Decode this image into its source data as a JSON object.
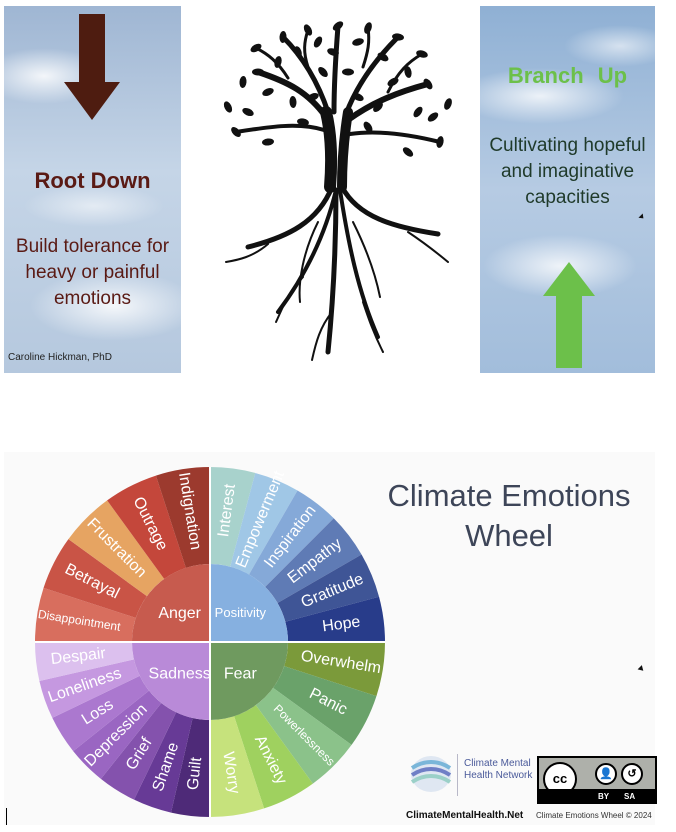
{
  "slide1": {
    "root_title": "Root Down",
    "root_text": "Build tolerance for heavy or painful emotions",
    "credit": "Caroline Hickman, PhD",
    "branch_title": "Branch  Up",
    "branch_text": "Cultivating hopeful and imaginative capacities",
    "colors": {
      "root": "#5a1a14",
      "branch": "#6cc04a"
    }
  },
  "slide2": {
    "title": "Climate Emotions Wheel",
    "org_name": "Climate Mental Health Network",
    "site_url": "ClimateMentalHealth.Net",
    "copyright": "Climate Emotions Wheel © 2024",
    "cc": {
      "main": "cc",
      "by": "BY",
      "sa": "SA"
    },
    "wheel": {
      "core": [
        {
          "label": "Anger",
          "color": "#c75b4e"
        },
        {
          "label": "Positivity",
          "color": "#86b0e0"
        },
        {
          "label": "Fear",
          "color": "#6f9a5f"
        },
        {
          "label": "Sadness",
          "color": "#b98ad8"
        }
      ],
      "outer": [
        {
          "label": "Interest",
          "color": "#a8d2cc"
        },
        {
          "label": "Empowerment",
          "color": "#a0c7e6"
        },
        {
          "label": "Inspiration",
          "color": "#85a9d8"
        },
        {
          "label": "Empathy",
          "color": "#5f7bb5"
        },
        {
          "label": "Gratitude",
          "color": "#3f5596"
        },
        {
          "label": "Hope",
          "color": "#283c8a"
        },
        {
          "label": "Overwhelm",
          "color": "#7b9a3a"
        },
        {
          "label": "Panic",
          "color": "#6aa26a"
        },
        {
          "label": "Powerlessness",
          "color": "#8bc28a"
        },
        {
          "label": "Anxiety",
          "color": "#9fd15f"
        },
        {
          "label": "Worry",
          "color": "#c6e27c"
        },
        {
          "label": "Guilt",
          "color": "#4e2a78"
        },
        {
          "label": "Shame",
          "color": "#673a96"
        },
        {
          "label": "Grief",
          "color": "#8452ad"
        },
        {
          "label": "Depression",
          "color": "#9a66c2"
        },
        {
          "label": "Loss",
          "color": "#ab78cf"
        },
        {
          "label": "Loneliness",
          "color": "#c598e0"
        },
        {
          "label": "Despair",
          "color": "#dcc0ee"
        },
        {
          "label": "Disappointment",
          "color": "#d86e5e"
        },
        {
          "label": "Betrayal",
          "color": "#c95446"
        },
        {
          "label": "Frustration",
          "color": "#e6a462"
        },
        {
          "label": "Outrage",
          "color": "#c4473b"
        },
        {
          "label": "Indignation",
          "color": "#9c3a2e"
        }
      ]
    }
  }
}
